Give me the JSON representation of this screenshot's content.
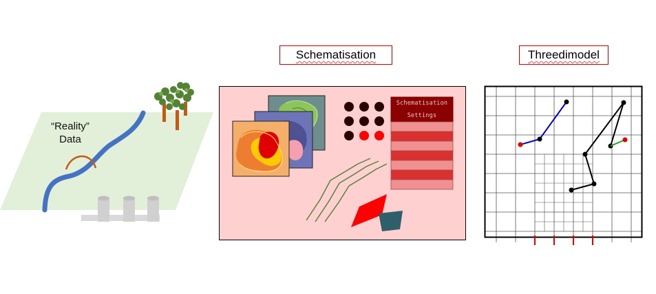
{
  "reality": {
    "label_line1": "“Reality”",
    "label_line2": "Data"
  },
  "schematisation": {
    "title": "Schematisation",
    "settings_label_line1": "Schematisation",
    "settings_label_line2": "Settings"
  },
  "threedimodel": {
    "title": "Threedimodel"
  },
  "colors": {
    "title_border": "#c00000",
    "schem_background": "#ffd0d0",
    "settings_header": "#8b0000",
    "settings_row_dark": "#d93030",
    "settings_row_light": "#f09090",
    "river": "#4472c4",
    "ground": "#e2f0d9"
  }
}
